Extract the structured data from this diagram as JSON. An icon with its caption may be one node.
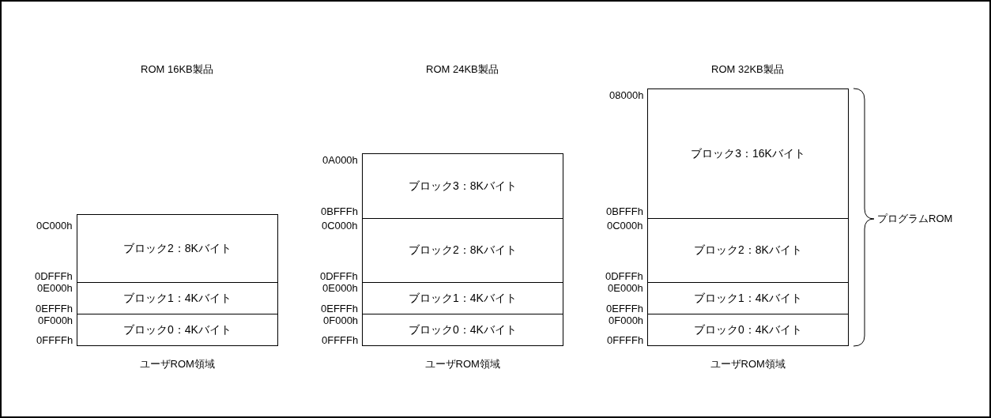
{
  "diagram": {
    "nodes": [
      {
        "text": [
          "ブロック2：8Kバイト"
        ]
      },
      {
        "text": [
          "ブロック1：4Kバイト"
        ]
      },
      {
        "text": [
          "ブロック0：4Kバイト"
        ]
      },
      {
        "text": [
          "ブロック3：8Kバイト"
        ]
      },
      {
        "text": [
          "ブロック2：8Kバイト"
        ]
      },
      {
        "text": [
          "ブロック1：4Kバイト"
        ]
      },
      {
        "text": [
          "ブロック0：4Kバイト"
        ]
      },
      {
        "text": [
          "ブロック3：16Kバイト"
        ]
      },
      {
        "text": [
          "ブロック2：8Kバイト"
        ]
      },
      {
        "text": [
          "ブロック1：4Kバイト"
        ]
      },
      {
        "text": [
          "ブロック0：4Kバイト"
        ]
      }
    ],
    "edges": [],
    "labels": [
      "ROM 16KB製品",
      "ROM 24KB製品",
      "ROM 32KB製品",
      "0C000h",
      "0DFFFh",
      "0E000h",
      "0EFFFh",
      "0F000h",
      "0FFFFh",
      "0A000h",
      "0BFFFh",
      "0C000h",
      "0DFFFh",
      "0E000h",
      "0EFFFh",
      "0F000h",
      "0FFFFh",
      "08000h",
      "0BFFFh",
      "0C000h",
      "0DFFFh",
      "0E000h",
      "0EFFFh",
      "0F000h",
      "0FFFFh",
      "ユーザROM領域",
      "ユーザROM領域",
      "ユーザROM領域",
      "プログラムROM"
    ]
  }
}
